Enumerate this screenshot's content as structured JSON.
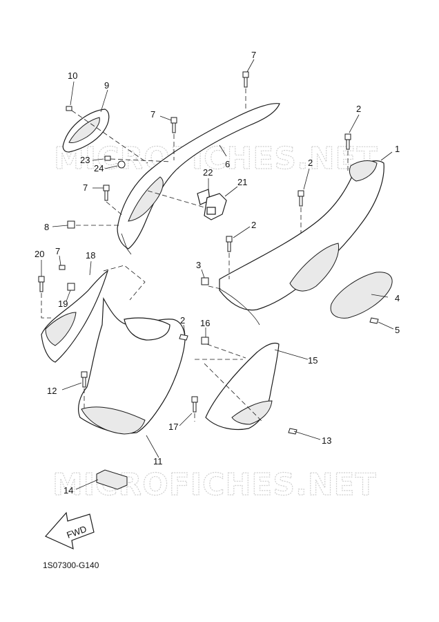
{
  "watermark": {
    "text": "MICROFICHES.NET"
  },
  "diagram_code": "1S07300-G140",
  "fwd_label": "FWD",
  "callouts": {
    "p1": "1",
    "p2a": "2",
    "p2b": "2",
    "p2c": "2",
    "p2d": "2",
    "p3": "3",
    "p4": "4",
    "p5": "5",
    "p6": "6",
    "p7a": "7",
    "p7b": "7",
    "p7c": "7",
    "p7d": "7",
    "p8": "8",
    "p9": "9",
    "p10": "10",
    "p11": "11",
    "p12": "12",
    "p13": "13",
    "p14": "14",
    "p15": "15",
    "p16": "16",
    "p17": "17",
    "p18": "18",
    "p19": "19",
    "p20": "20",
    "p21": "21",
    "p22": "22",
    "p23": "23",
    "p24": "24"
  }
}
